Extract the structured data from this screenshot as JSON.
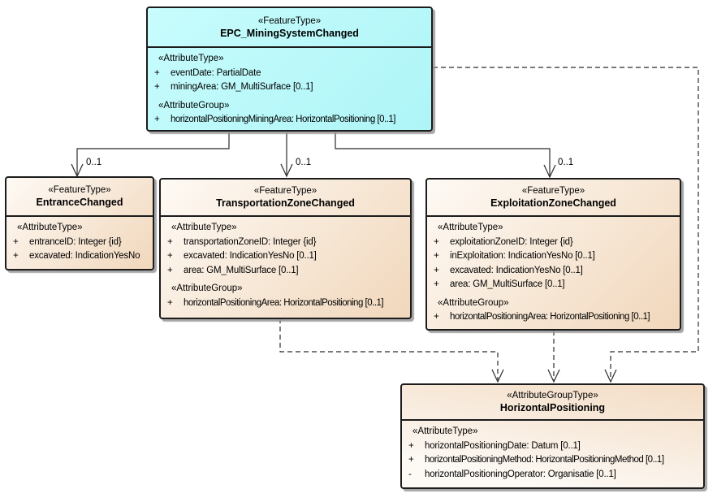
{
  "boxes": [
    {
      "stereotype": "«FeatureType»",
      "name": "EPC_MiningSystemChanged",
      "rows": [
        {
          "text": "«AttributeType»"
        },
        {
          "vis": "+",
          "text": "eventDate: PartialDate"
        },
        {
          "vis": "+",
          "text": "miningArea: GM_MultiSurface [0..1]"
        },
        {
          "text": "«AttributeGroup»"
        },
        {
          "vis": "+",
          "text": "horizontalPositioningMiningArea: HorizontalPositioning [0..1]"
        }
      ]
    },
    {
      "stereotype": "«FeatureType»",
      "name": "EntranceChanged",
      "rows": [
        {
          "text": "«AttributeType»"
        },
        {
          "vis": "+",
          "text": "entranceID: Integer {id}"
        },
        {
          "vis": "+",
          "text": "excavated: IndicationYesNo"
        }
      ]
    },
    {
      "stereotype": "«FeatureType»",
      "name": "TransportationZoneChanged",
      "rows": [
        {
          "text": "«AttributeType»"
        },
        {
          "vis": "+",
          "text": "transportationZoneID: Integer {id}"
        },
        {
          "vis": "+",
          "text": "excavated: IndicationYesNo [0..1]"
        },
        {
          "vis": "+",
          "text": "area: GM_MultiSurface [0..1]"
        },
        {
          "text": "«AttributeGroup»"
        },
        {
          "vis": "+",
          "text": "horizontalPositioningArea: HorizontalPositioning [0..1]"
        }
      ]
    },
    {
      "stereotype": "«FeatureType»",
      "name": "ExploitationZoneChanged",
      "rows": [
        {
          "text": "«AttributeType»"
        },
        {
          "vis": "+",
          "text": "exploitationZoneID: Integer {id}"
        },
        {
          "vis": "+",
          "text": "inExploitation: IndicationYesNo [0..1]"
        },
        {
          "vis": "+",
          "text": "excavated: IndicationYesNo [0..1]"
        },
        {
          "vis": "+",
          "text": "area: GM_MultiSurface [0..1]"
        },
        {
          "text": "«AttributeGroup»"
        },
        {
          "vis": "+",
          "text": "horizontalPositioningArea: HorizontalPositioning [0..1]"
        }
      ]
    },
    {
      "stereotype": "«AttributeGroupType»",
      "name": "HorizontalPositioning",
      "rows": [
        {
          "text": "«AttributeType»"
        },
        {
          "vis": "+",
          "text": "horizontalPositioningDate: Datum [0..1]"
        },
        {
          "vis": "+",
          "text": "horizontalPositioningMethod: HorizontalPositioningMethod [0..1]"
        },
        {
          "vis": "-",
          "text": "horizontalPositioningOperator: Organisatie [0..1]"
        }
      ]
    }
  ],
  "connectors": {
    "labels": [
      "0..1",
      "0..1",
      "0..1"
    ]
  },
  "colors": {
    "feature_fill_top": "#C8FCFD",
    "feature_fill_bottom": "#AEF5F7",
    "zone_fill_light": "#FEFAF5",
    "zone_fill_dark": "#F1D7BB",
    "border": "#1C1C1C",
    "line": "#2B2B2B",
    "background": "#FFFFFF"
  }
}
